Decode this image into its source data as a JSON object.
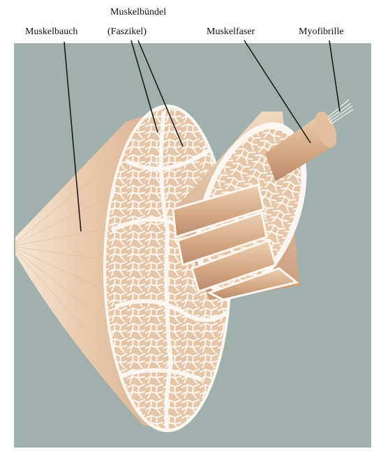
{
  "labels": {
    "muscle_belly": "Muskelbauch",
    "muscle_bundle": "Muskelbündel",
    "fascicle": "(Faszikel)",
    "muscle_fiber": "Muskelfaser",
    "myofibril": "Myofibrille"
  },
  "colors": {
    "background": "#9fb0ad",
    "muscle_light": "#f0d8c0",
    "muscle_mid": "#ddb594",
    "muscle_dark": "#b98a6a",
    "connective_tissue": "#fbf6ef",
    "leader_line": "#1a1a1a"
  }
}
